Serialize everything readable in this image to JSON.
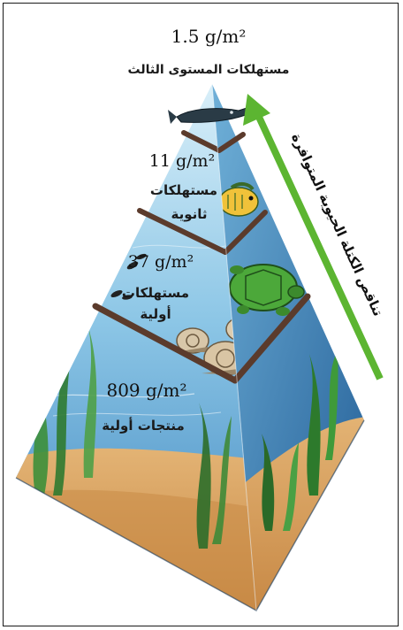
{
  "levels": [
    {
      "biomass": "1.5 g/m²",
      "label": "مستهلكات المستوى الثالث"
    },
    {
      "biomass": "11 g/m²",
      "label_line1": "مستهلكات",
      "label_line2": "ثانوية"
    },
    {
      "biomass": "37 g/m²",
      "label_line1": "مستهلكات",
      "label_line2": "أولية"
    },
    {
      "biomass": "809 g/m²",
      "label": "منتجات أولية"
    }
  ],
  "arrow": {
    "text": "تناقص الكتلة الحيوية المتوافرة",
    "color": "#5cb531"
  },
  "colors": {
    "water_top": "#bfe3f4",
    "water_bottom": "#3d8cc4",
    "sand": "#d9a25e",
    "divider": "#5b3b2c"
  }
}
